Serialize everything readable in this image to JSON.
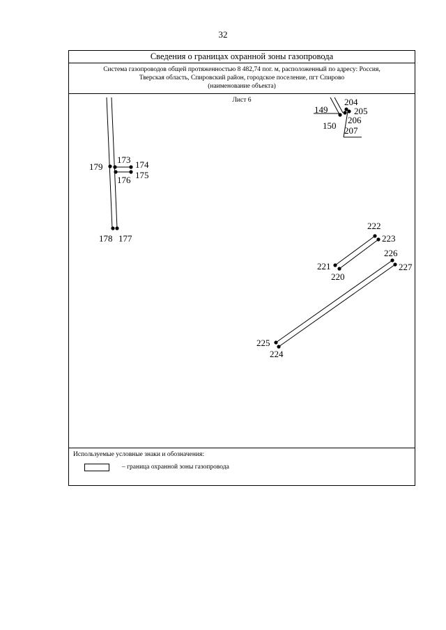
{
  "page_number": "32",
  "title": "Сведения о границах охранной зоны газопровода",
  "object": {
    "line1": "Система газопроводов общей протяженностью 8 482,74 пог. м, расположенный по адресу: Россия,",
    "line2": "Тверская область, Спировский район, городское поселение, пгт Спирово",
    "caption": "(наименование объекта)"
  },
  "sheet": "Лист 6",
  "points": {
    "p149": "149",
    "p150": "150",
    "p173": "173",
    "p174": "174",
    "p175": "175",
    "p176": "176",
    "p177": "177",
    "p178": "178",
    "p179": "179",
    "p204": "204",
    "p205": "205",
    "p206": "206",
    "p207": "207",
    "p220": "220",
    "p221": "221",
    "p222": "222",
    "p223": "223",
    "p224": "224",
    "p225": "225",
    "p226": "226",
    "p227": "227"
  },
  "legend": {
    "title": "Используемые условные знаки и обозначения:",
    "item": "– граница охранной зоны газопровода"
  }
}
